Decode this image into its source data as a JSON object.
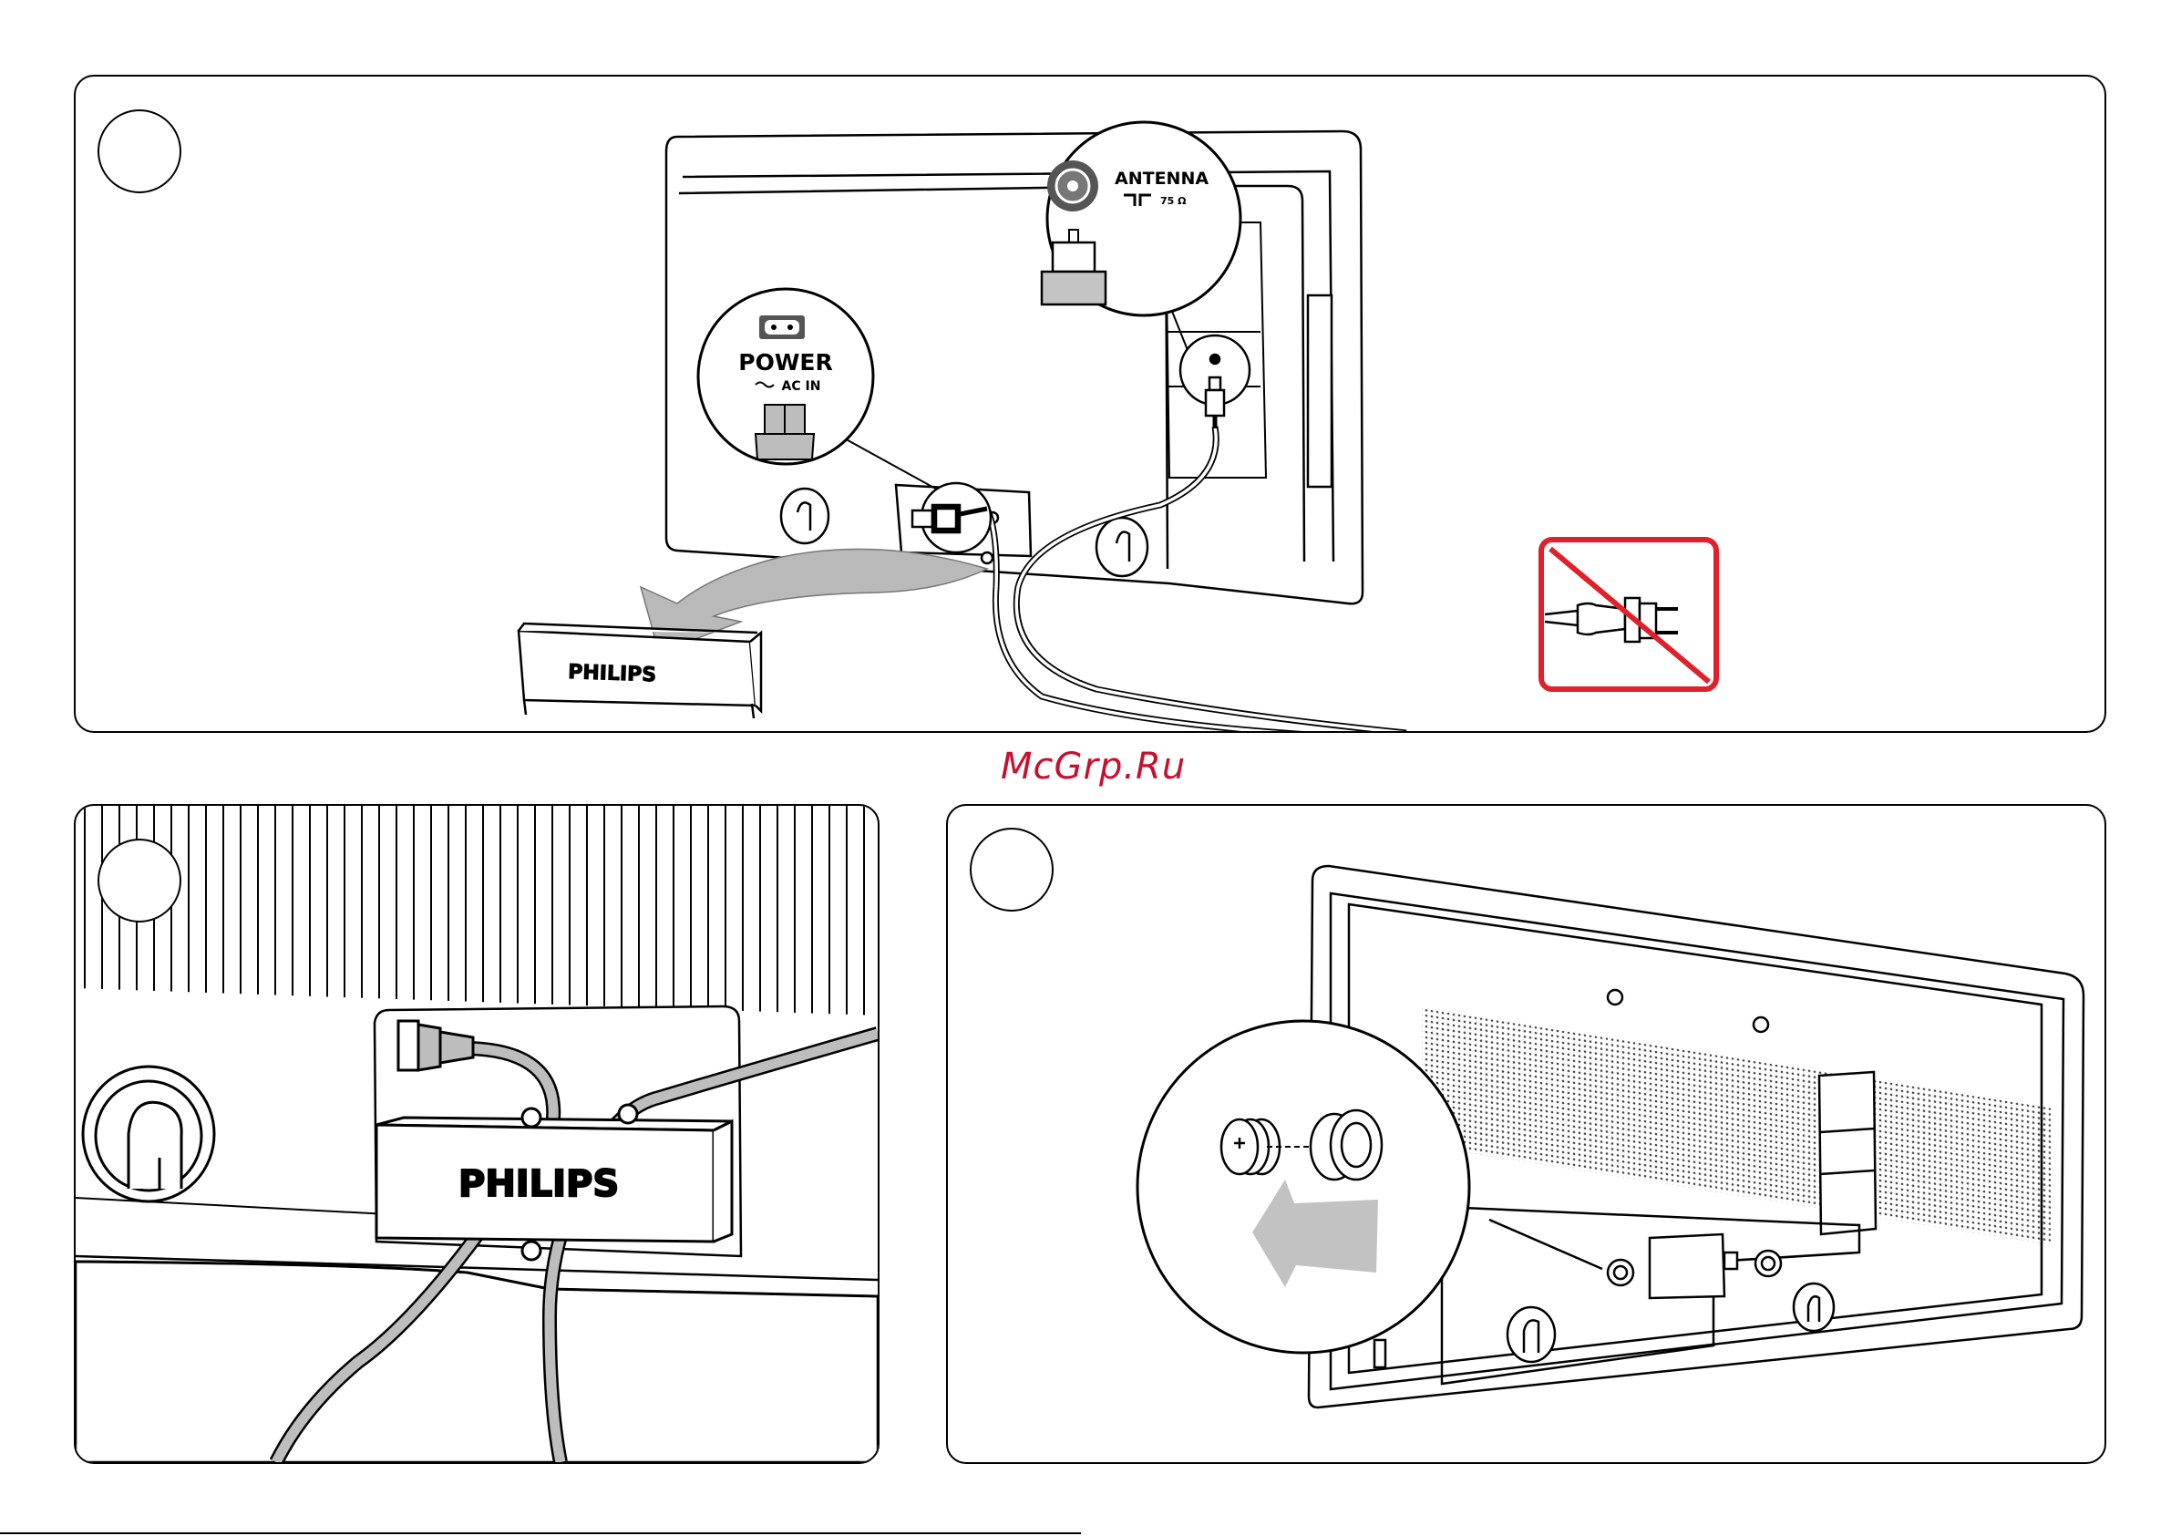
{
  "watermark": "McGrp.Ru",
  "panel_top": {
    "power_label": "POWER",
    "ac_in_label": "AC IN",
    "antenna_label": "ANTENNA",
    "ohm_label": "75 Ω",
    "cover_brand": "PHILIPS",
    "warning_icon": "no-plug-icon",
    "warning_color": "#e0202a"
  },
  "panel_bottom_left": {
    "cover_brand": "PHILIPS"
  },
  "panel_bottom_right": {
    "arrow_icon": "arrow-left-icon"
  }
}
